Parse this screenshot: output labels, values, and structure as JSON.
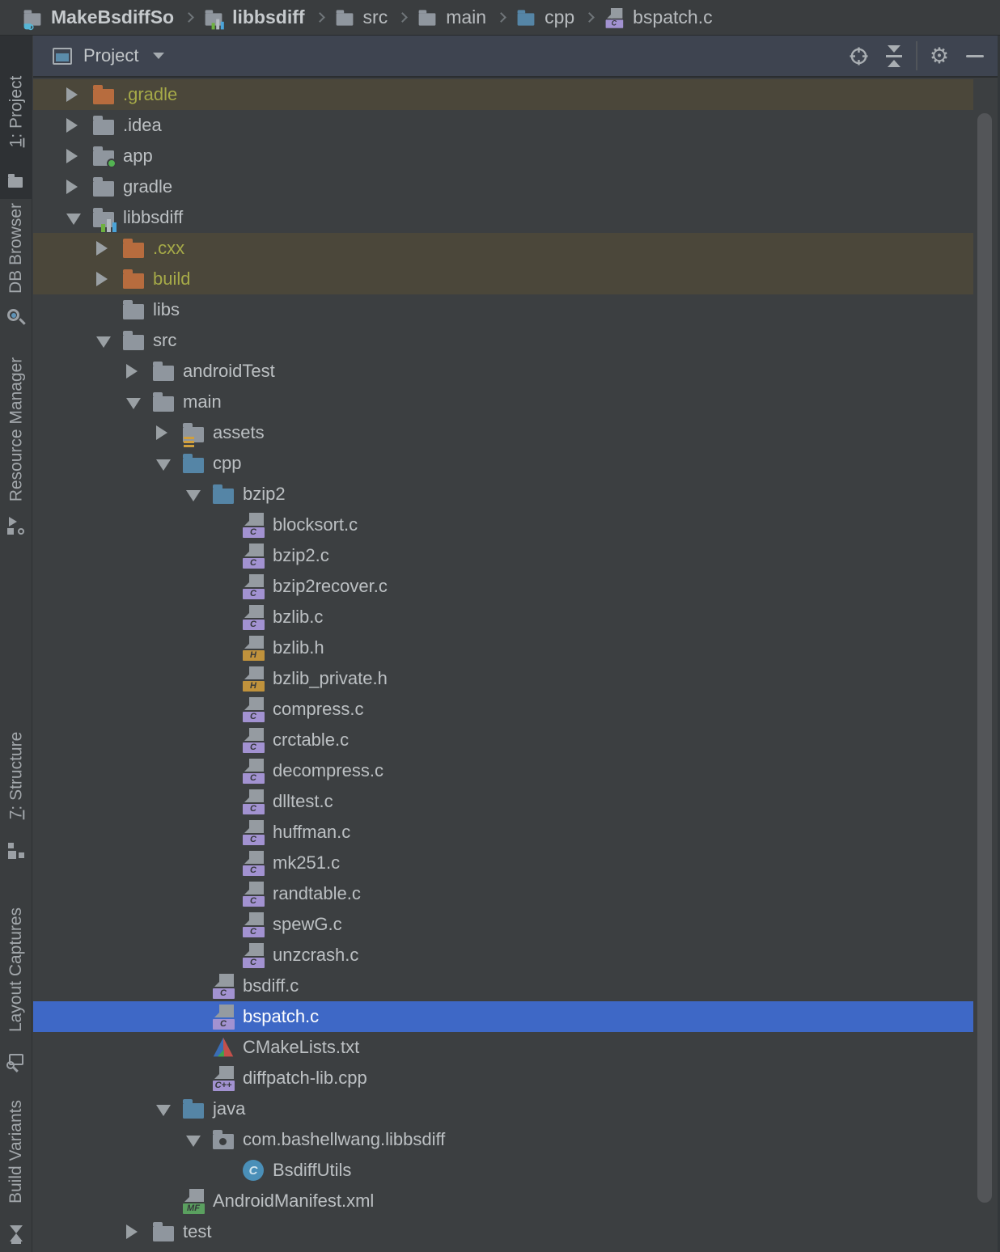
{
  "breadcrumb": {
    "items": [
      {
        "label": "MakeBsdiffSo",
        "icon": "project",
        "bold": true
      },
      {
        "label": "libbsdiff",
        "icon": "module",
        "bold": true
      },
      {
        "label": "src",
        "icon": "folder",
        "bold": false
      },
      {
        "label": "main",
        "icon": "folder",
        "bold": false
      },
      {
        "label": "cpp",
        "icon": "folder-source",
        "bold": false
      },
      {
        "label": "bspatch.c",
        "icon": "file-c",
        "bold": false
      }
    ]
  },
  "stripe": {
    "buttons": [
      {
        "id": "project",
        "mnemonic": "1",
        "label": ": Project",
        "icon": "tool-project",
        "active": true
      },
      {
        "id": "db-browser",
        "mnemonic": "",
        "label": "DB Browser",
        "icon": "tool-db",
        "active": false
      },
      {
        "id": "resource-manager",
        "mnemonic": "",
        "label": "Resource Manager",
        "icon": "tool-resources",
        "active": false
      },
      {
        "id": "structure",
        "mnemonic": "7",
        "label": ": Structure",
        "icon": "tool-structure",
        "active": false
      },
      {
        "id": "layout-captures",
        "mnemonic": "",
        "label": "Layout Captures",
        "icon": "tool-layout",
        "active": false
      },
      {
        "id": "build-variants",
        "mnemonic": "",
        "label": "Build Variants",
        "icon": "tool-build",
        "active": false
      }
    ]
  },
  "header": {
    "view_label": "Project",
    "actions": [
      {
        "id": "locate",
        "icon": "crosshair-icon"
      },
      {
        "id": "collapse-all",
        "icon": "collapse-all-icon"
      },
      {
        "id": "divider",
        "icon": "divider"
      },
      {
        "id": "settings",
        "icon": "gear-icon"
      },
      {
        "id": "hide",
        "icon": "minus-icon"
      }
    ]
  },
  "tree": {
    "rows": [
      {
        "label": ".gradle",
        "level": 0,
        "arrow": "collapsed",
        "icon": "folder-excluded",
        "highlight": "excluded"
      },
      {
        "label": ".idea",
        "level": 0,
        "arrow": "collapsed",
        "icon": "folder",
        "highlight": ""
      },
      {
        "label": "app",
        "level": 0,
        "arrow": "collapsed",
        "icon": "folder-module-dot",
        "highlight": ""
      },
      {
        "label": "gradle",
        "level": 0,
        "arrow": "collapsed",
        "icon": "folder",
        "highlight": ""
      },
      {
        "label": "libbsdiff",
        "level": 0,
        "arrow": "expanded",
        "icon": "module",
        "highlight": ""
      },
      {
        "label": ".cxx",
        "level": 1,
        "arrow": "collapsed",
        "icon": "folder-excluded",
        "highlight": "excluded"
      },
      {
        "label": "build",
        "level": 1,
        "arrow": "collapsed",
        "icon": "folder-excluded",
        "highlight": "excluded"
      },
      {
        "label": "libs",
        "level": 1,
        "arrow": "",
        "icon": "folder",
        "highlight": ""
      },
      {
        "label": "src",
        "level": 1,
        "arrow": "expanded",
        "icon": "folder",
        "highlight": ""
      },
      {
        "label": "androidTest",
        "level": 2,
        "arrow": "collapsed",
        "icon": "folder",
        "highlight": ""
      },
      {
        "label": "main",
        "level": 2,
        "arrow": "expanded",
        "icon": "folder",
        "highlight": ""
      },
      {
        "label": "assets",
        "level": 3,
        "arrow": "collapsed",
        "icon": "folder-assets",
        "highlight": ""
      },
      {
        "label": "cpp",
        "level": 3,
        "arrow": "expanded",
        "icon": "folder-source",
        "highlight": ""
      },
      {
        "label": "bzip2",
        "level": 4,
        "arrow": "expanded",
        "icon": "folder-source",
        "highlight": ""
      },
      {
        "label": "blocksort.c",
        "level": 5,
        "arrow": "",
        "icon": "file-c",
        "highlight": ""
      },
      {
        "label": "bzip2.c",
        "level": 5,
        "arrow": "",
        "icon": "file-c",
        "highlight": ""
      },
      {
        "label": "bzip2recover.c",
        "level": 5,
        "arrow": "",
        "icon": "file-c",
        "highlight": ""
      },
      {
        "label": "bzlib.c",
        "level": 5,
        "arrow": "",
        "icon": "file-c",
        "highlight": ""
      },
      {
        "label": "bzlib.h",
        "level": 5,
        "arrow": "",
        "icon": "file-h",
        "highlight": ""
      },
      {
        "label": "bzlib_private.h",
        "level": 5,
        "arrow": "",
        "icon": "file-h",
        "highlight": ""
      },
      {
        "label": "compress.c",
        "level": 5,
        "arrow": "",
        "icon": "file-c",
        "highlight": ""
      },
      {
        "label": "crctable.c",
        "level": 5,
        "arrow": "",
        "icon": "file-c",
        "highlight": ""
      },
      {
        "label": "decompress.c",
        "level": 5,
        "arrow": "",
        "icon": "file-c",
        "highlight": ""
      },
      {
        "label": "dlltest.c",
        "level": 5,
        "arrow": "",
        "icon": "file-c",
        "highlight": ""
      },
      {
        "label": "huffman.c",
        "level": 5,
        "arrow": "",
        "icon": "file-c",
        "highlight": ""
      },
      {
        "label": "mk251.c",
        "level": 5,
        "arrow": "",
        "icon": "file-c",
        "highlight": ""
      },
      {
        "label": "randtable.c",
        "level": 5,
        "arrow": "",
        "icon": "file-c",
        "highlight": ""
      },
      {
        "label": "spewG.c",
        "level": 5,
        "arrow": "",
        "icon": "file-c",
        "highlight": ""
      },
      {
        "label": "unzcrash.c",
        "level": 5,
        "arrow": "",
        "icon": "file-c",
        "highlight": ""
      },
      {
        "label": "bsdiff.c",
        "level": 4,
        "arrow": "",
        "icon": "file-c",
        "highlight": ""
      },
      {
        "label": "bspatch.c",
        "level": 4,
        "arrow": "",
        "icon": "file-c",
        "highlight": "selected"
      },
      {
        "label": "CMakeLists.txt",
        "level": 4,
        "arrow": "",
        "icon": "file-cmake",
        "highlight": ""
      },
      {
        "label": "diffpatch-lib.cpp",
        "level": 4,
        "arrow": "",
        "icon": "file-cpp",
        "highlight": ""
      },
      {
        "label": "java",
        "level": 3,
        "arrow": "expanded",
        "icon": "folder-source",
        "highlight": ""
      },
      {
        "label": "com.bashellwang.libbsdiff",
        "level": 4,
        "arrow": "expanded",
        "icon": "package",
        "highlight": ""
      },
      {
        "label": "BsdiffUtils",
        "level": 5,
        "arrow": "",
        "icon": "class",
        "highlight": ""
      },
      {
        "label": "AndroidManifest.xml",
        "level": 3,
        "arrow": "",
        "icon": "file-manifest",
        "highlight": ""
      },
      {
        "label": "test",
        "level": 2,
        "arrow": "collapsed",
        "icon": "folder",
        "highlight": ""
      }
    ]
  },
  "badges": {
    "file-c": "C",
    "file-h": "H",
    "file-cpp": "C++",
    "file-manifest": "MF",
    "class": "C"
  },
  "colors": {
    "panel_bg": "#3c3f41",
    "bar_bg": "#3a3d3f",
    "header_bg": "#3e4450",
    "selection": "#3e68c6",
    "excluded_bg": "#4b473a",
    "excluded_text": "#a6aa48",
    "folder_gray": "#8f969e",
    "folder_orange": "#b76c3e",
    "folder_blue": "#5585a6",
    "badge_c": "#a292d1",
    "badge_h": "#c0923c",
    "badge_mf": "#5aa05f",
    "class_circle": "#4a8fb8",
    "green_dot": "#53b352",
    "text": "#bcc0c3"
  }
}
